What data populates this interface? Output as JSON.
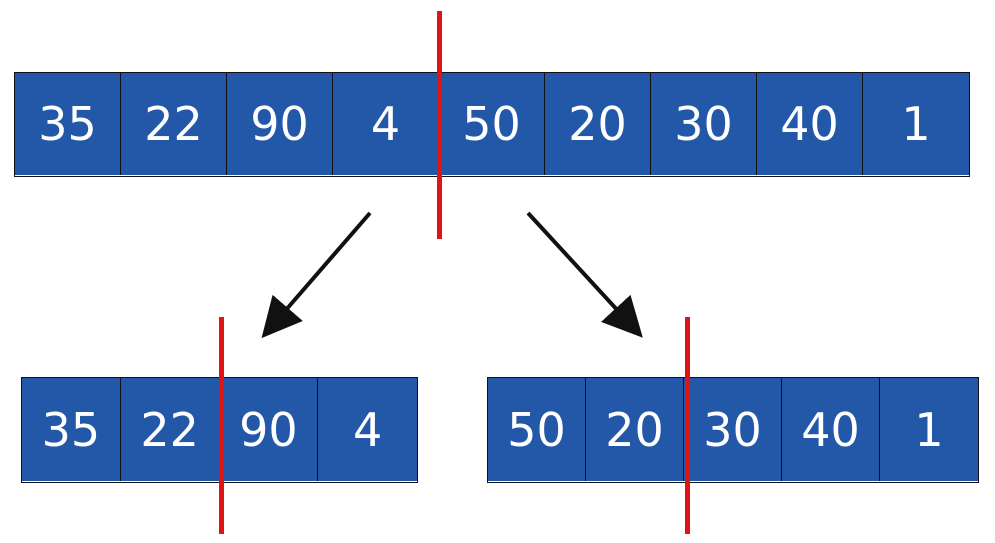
{
  "top_array": {
    "values": [
      "35",
      "22",
      "90",
      "4",
      "50",
      "20",
      "30",
      "40",
      "1"
    ]
  },
  "left_array": {
    "values": [
      "35",
      "22",
      "90",
      "4"
    ]
  },
  "right_array": {
    "values": [
      "50",
      "20",
      "30",
      "40",
      "1"
    ]
  },
  "colors": {
    "cell_fill": "#2358a8",
    "cell_text": "#ffffff",
    "split_line": "#e01414",
    "arrow": "#111111"
  },
  "icons": {
    "left_arrow": "arrow-down-left-icon",
    "right_arrow": "arrow-down-right-icon"
  }
}
